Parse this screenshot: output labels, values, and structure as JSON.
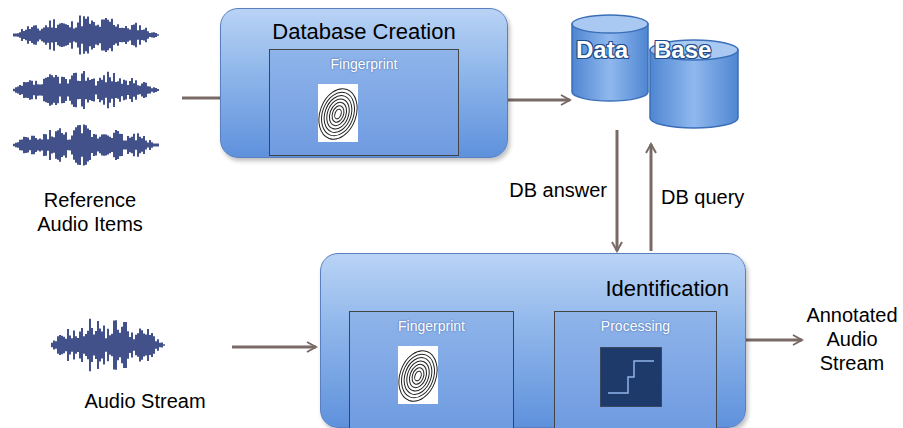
{
  "diagram": {
    "nodes": [
      {
        "text": [
          "Database Creation"
        ]
      },
      {
        "text": [
          "Fingerprint"
        ],
        "in": 0
      },
      {
        "text": [
          "Data",
          "Base"
        ]
      },
      {
        "text": [
          "Identification"
        ]
      },
      {
        "text": [
          "Fingerprint"
        ],
        "in": 3
      },
      {
        "text": [
          "Processing"
        ],
        "in": 3
      }
    ],
    "edges": [
      {
        "from": 0,
        "to": 2,
        "arrow": "to"
      },
      {
        "from": 2,
        "to": 3,
        "label": "DB answer",
        "arrow": "to"
      },
      {
        "from": 3,
        "to": 2,
        "label": "DB query",
        "arrow": "to"
      },
      {
        "from": 4,
        "to": 5,
        "arrow": "to"
      }
    ],
    "labels": [
      "Reference Audio Items",
      "Audio Stream",
      "Annotated Audio Stream"
    ]
  }
}
